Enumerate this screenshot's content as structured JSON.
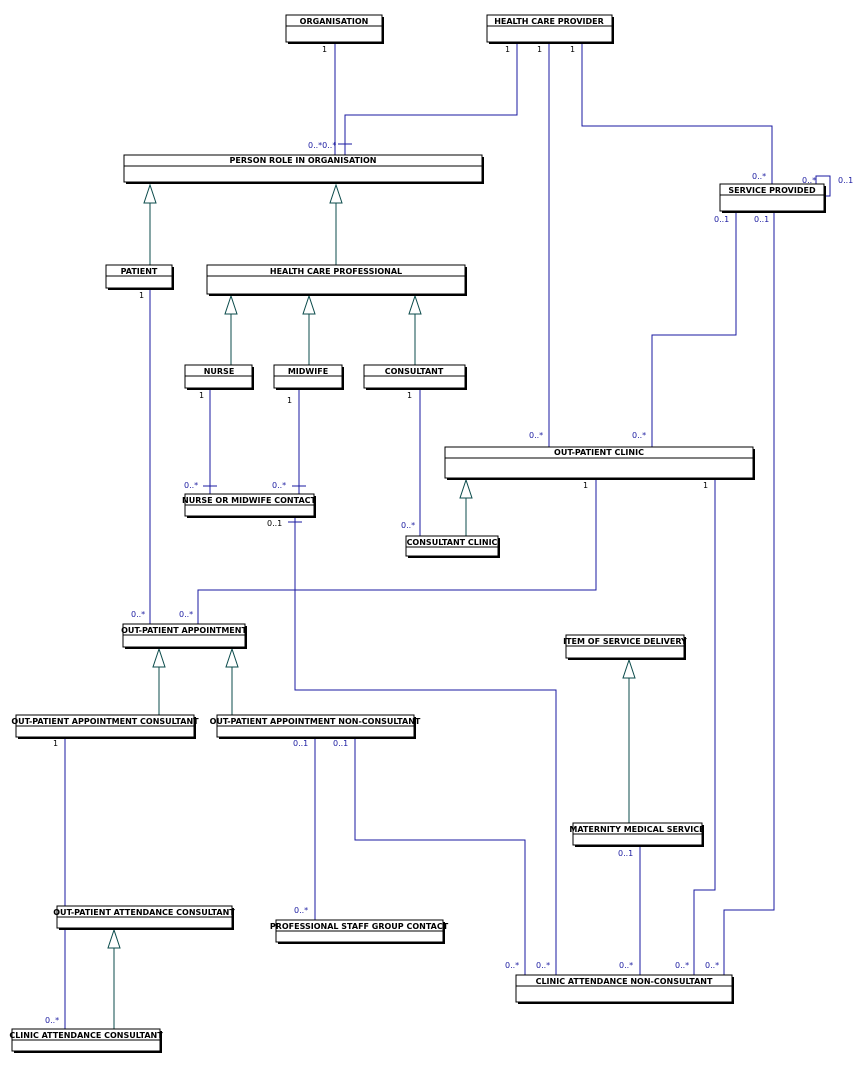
{
  "entities": {
    "organisation": "ORGANISATION",
    "health_care_provider": "HEALTH CARE PROVIDER",
    "person_role_in_organisation": "PERSON ROLE IN ORGANISATION",
    "service_provided": "SERVICE PROVIDED",
    "patient": "PATIENT",
    "health_care_professional": "HEALTH CARE PROFESSIONAL",
    "nurse": "NURSE",
    "midwife": "MIDWIFE",
    "consultant": "CONSULTANT",
    "out_patient_clinic": "OUT-PATIENT CLINIC",
    "nurse_or_midwife_contact": "NURSE OR MIDWIFE CONTACT",
    "consultant_clinic": "CONSULTANT CLINIC",
    "out_patient_appointment": "OUT-PATIENT APPOINTMENT",
    "item_of_service_delivery": "ITEM OF SERVICE DELIVERY",
    "out_patient_appointment_consultant": "OUT-PATIENT APPOINTMENT CONSULTANT",
    "out_patient_appointment_non_consultant": "OUT-PATIENT APPOINTMENT NON-CONSULTANT",
    "maternity_medical_service": "MATERNITY MEDICAL SERVICE",
    "out_patient_attendance_consultant": "OUT-PATIENT ATTENDANCE CONSULTANT",
    "professional_staff_group_contact": "PROFESSIONAL STAFF GROUP CONTACT",
    "clinic_attendance_non_consultant": "CLINIC ATTENDANCE NON-CONSULTANT",
    "clinic_attendance_consultant": "CLINIC ATTENDANCE CONSULTANT"
  },
  "multiplicities": {
    "org_one": "1",
    "hcp_one_a": "1",
    "hcp_one_b": "1",
    "hcp_one_c": "1",
    "prio_many": "0..*0..*",
    "sp_many_top": "0..*",
    "sp_self_many": "0..*",
    "sp_self_opt": "0..1",
    "sp_opt_left": "0..1",
    "sp_opt_right": "0..1",
    "patient_one": "1",
    "nurse_one": "1",
    "midwife_one": "1",
    "consultant_one": "1",
    "opc_many_left": "0..*",
    "opc_many_right": "0..*",
    "nmc_many_left": "0..*",
    "nmc_many_right": "0..*",
    "nmc_opt": "0..1",
    "cc_many": "0..*",
    "opc_one_left": "1",
    "opc_one_right": "1",
    "opa_many_left": "0..*",
    "opa_many_right": "0..*",
    "opac_one": "1",
    "opanc_opt_a": "0..1",
    "opanc_opt_b": "0..1",
    "mms_opt": "0..1",
    "psgc_many": "0..*",
    "cnc_many_1": "0..*",
    "cnc_many_2": "0..*",
    "cnc_many_3": "0..*",
    "cnc_many_4": "0..*",
    "cnc_many_5": "0..*",
    "cac_many": "0..*"
  }
}
